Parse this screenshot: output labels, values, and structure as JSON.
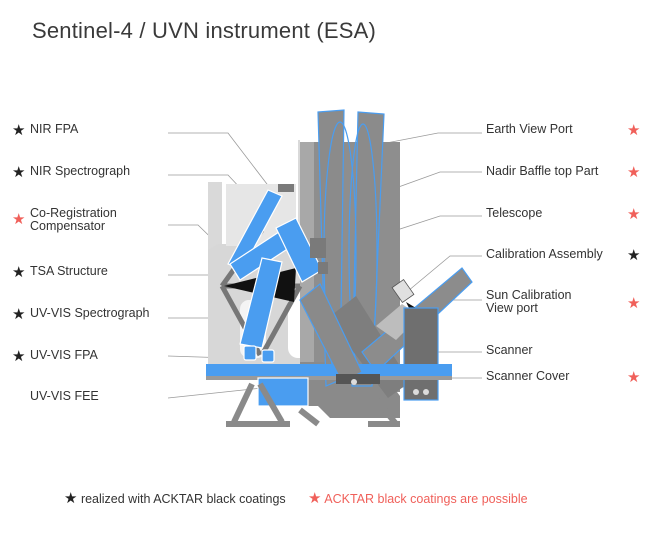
{
  "title": "Sentinel-4 / UVN instrument (ESA)",
  "labels_left": [
    {
      "id": "nir-fpa",
      "text": "NIR FPA",
      "marker": "black"
    },
    {
      "id": "nir-spectrograph",
      "text": "NIR Spectrograph",
      "marker": "black"
    },
    {
      "id": "co-registration-compensator",
      "text": "Co-Registration\nCompensator",
      "marker": "red"
    },
    {
      "id": "tsa-structure",
      "text": "TSA Structure",
      "marker": "black"
    },
    {
      "id": "uv-vis-spectrograph",
      "text": "UV-VIS Spectrograph",
      "marker": "black"
    },
    {
      "id": "uv-vis-fpa",
      "text": "UV-VIS FPA",
      "marker": "black"
    },
    {
      "id": "uv-vis-fee",
      "text": "UV-VIS FEE",
      "marker": "none"
    }
  ],
  "labels_right": [
    {
      "id": "earth-view-port",
      "text": "Earth View Port",
      "marker": "red"
    },
    {
      "id": "nadir-baffle-top-part",
      "text": "Nadir Baffle top Part",
      "marker": "red"
    },
    {
      "id": "telescope",
      "text": "Telescope",
      "marker": "red"
    },
    {
      "id": "calibration-assembly",
      "text": "Calibration Assembly",
      "marker": "black"
    },
    {
      "id": "sun-calibration-view-port",
      "text": "Sun Calibration\nView port",
      "marker": "red"
    },
    {
      "id": "scanner",
      "text": "Scanner",
      "marker": "none"
    },
    {
      "id": "scanner-cover",
      "text": "Scanner Cover",
      "marker": "red"
    }
  ],
  "legend": {
    "black_star": "★",
    "red_star": "★",
    "black_text": "realized with ACKTAR black coatings",
    "red_text": "ACKTAR black coatings are possible"
  },
  "colors": {
    "black_marker": "#222222",
    "red_marker": "#f0605a",
    "blue_part": "#4a9df0",
    "grey_part": "#8c8c8c",
    "light_grey": "#d4d4d4"
  }
}
